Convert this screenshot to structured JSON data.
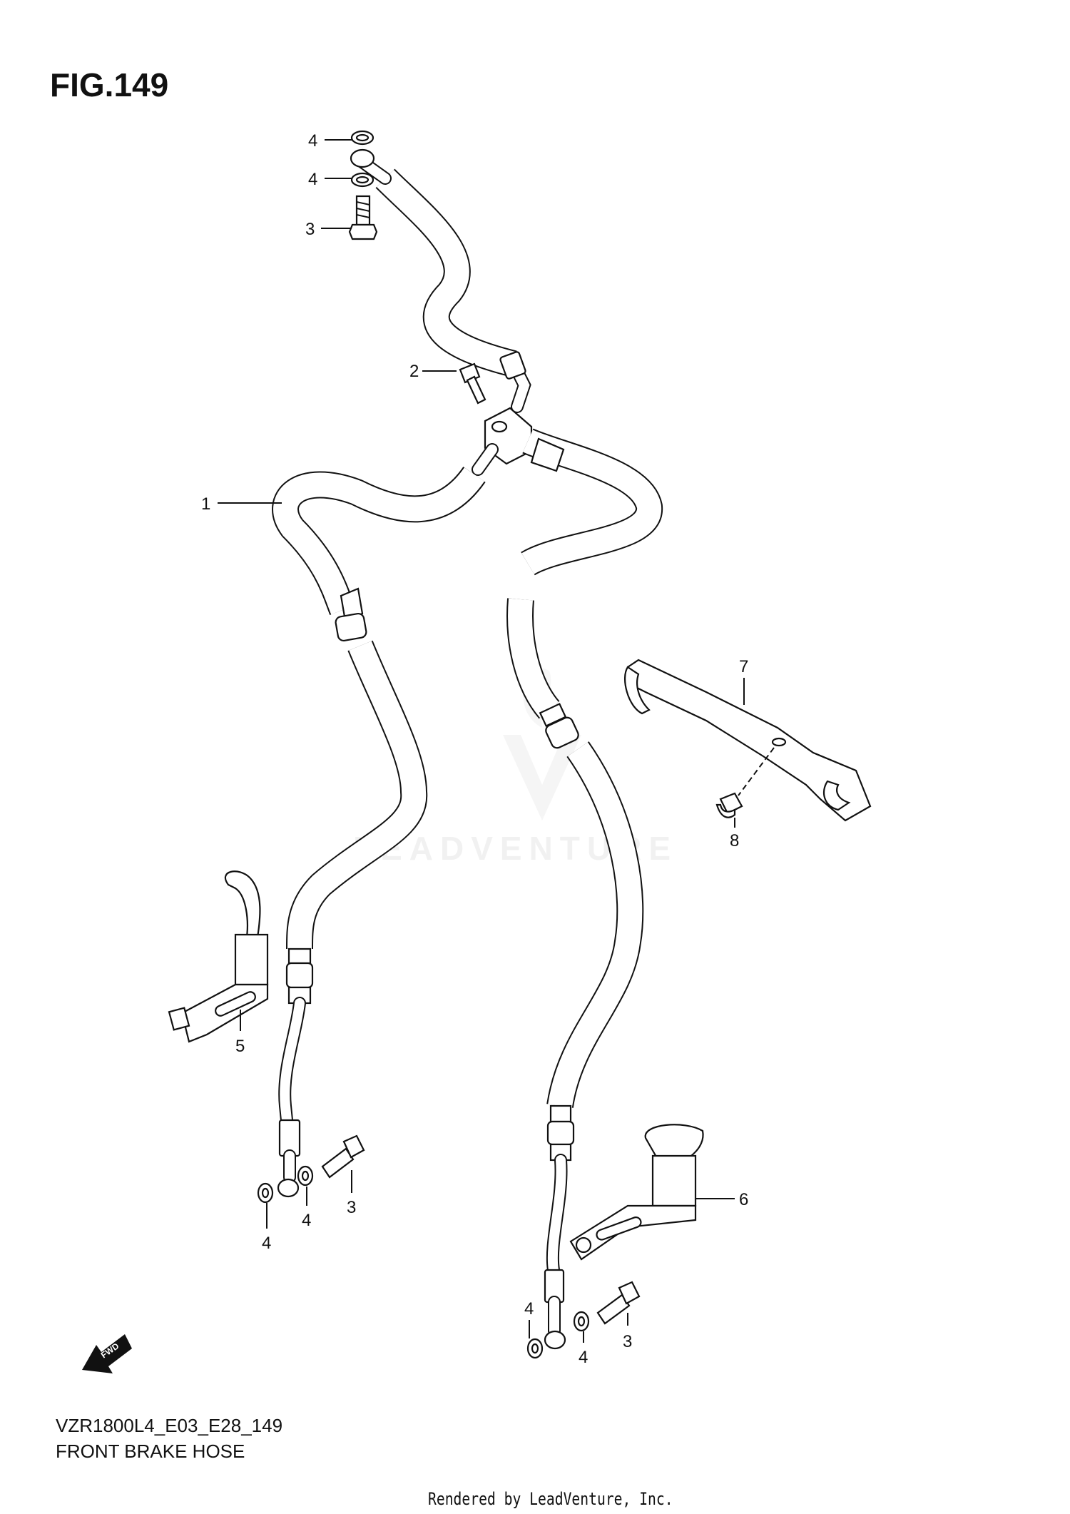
{
  "figure_title": "FIG.149",
  "model_code": "VZR1800L4_E03_E28_149",
  "diagram_name": "FRONT BRAKE HOSE",
  "rendered_by": "Rendered by LeadVenture, Inc.",
  "watermark_text": "LEADVENTURE",
  "fwd_label": "FWD",
  "callouts": [
    "1",
    "2",
    "3",
    "4",
    "5",
    "6",
    "7",
    "8"
  ]
}
